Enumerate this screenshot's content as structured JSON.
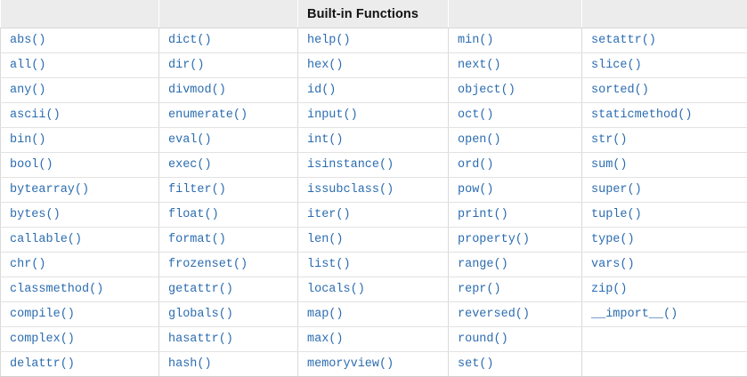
{
  "table": {
    "title": "Built-in Functions",
    "title_column_index": 2,
    "column_count": 5,
    "row_count": 14,
    "header_labels": [
      "",
      "",
      "Built-in Functions",
      "",
      ""
    ],
    "colors": {
      "header_background": "#ececec",
      "header_text": "#1a1a1a",
      "cell_text": "#2b6cb0",
      "border": "#d9d9d9",
      "page_background": "#ffffff"
    },
    "columns": [
      {
        "index": 0,
        "items": [
          "abs()",
          "all()",
          "any()",
          "ascii()",
          "bin()",
          "bool()",
          "bytearray()",
          "bytes()",
          "callable()",
          "chr()",
          "classmethod()",
          "compile()",
          "complex()",
          "delattr()"
        ]
      },
      {
        "index": 1,
        "items": [
          "dict()",
          "dir()",
          "divmod()",
          "enumerate()",
          "eval()",
          "exec()",
          "filter()",
          "float()",
          "format()",
          "frozenset()",
          "getattr()",
          "globals()",
          "hasattr()",
          "hash()"
        ]
      },
      {
        "index": 2,
        "items": [
          "help()",
          "hex()",
          "id()",
          "input()",
          "int()",
          "isinstance()",
          "issubclass()",
          "iter()",
          "len()",
          "list()",
          "locals()",
          "map()",
          "max()",
          "memoryview()"
        ]
      },
      {
        "index": 3,
        "items": [
          "min()",
          "next()",
          "object()",
          "oct()",
          "open()",
          "ord()",
          "pow()",
          "print()",
          "property()",
          "range()",
          "repr()",
          "reversed()",
          "round()",
          "set()"
        ]
      },
      {
        "index": 4,
        "items": [
          "setattr()",
          "slice()",
          "sorted()",
          "staticmethod()",
          "str()",
          "sum()",
          "super()",
          "tuple()",
          "type()",
          "vars()",
          "zip()",
          "__import__()",
          "",
          ""
        ]
      }
    ],
    "rows": [
      [
        "abs()",
        "dict()",
        "help()",
        "min()",
        "setattr()"
      ],
      [
        "all()",
        "dir()",
        "hex()",
        "next()",
        "slice()"
      ],
      [
        "any()",
        "divmod()",
        "id()",
        "object()",
        "sorted()"
      ],
      [
        "ascii()",
        "enumerate()",
        "input()",
        "oct()",
        "staticmethod()"
      ],
      [
        "bin()",
        "eval()",
        "int()",
        "open()",
        "str()"
      ],
      [
        "bool()",
        "exec()",
        "isinstance()",
        "ord()",
        "sum()"
      ],
      [
        "bytearray()",
        "filter()",
        "issubclass()",
        "pow()",
        "super()"
      ],
      [
        "bytes()",
        "float()",
        "iter()",
        "print()",
        "tuple()"
      ],
      [
        "callable()",
        "format()",
        "len()",
        "property()",
        "type()"
      ],
      [
        "chr()",
        "frozenset()",
        "list()",
        "range()",
        "vars()"
      ],
      [
        "classmethod()",
        "getattr()",
        "locals()",
        "repr()",
        "zip()"
      ],
      [
        "compile()",
        "globals()",
        "map()",
        "reversed()",
        "__import__()"
      ],
      [
        "complex()",
        "hasattr()",
        "max()",
        "round()",
        ""
      ],
      [
        "delattr()",
        "hash()",
        "memoryview()",
        "set()",
        ""
      ]
    ]
  }
}
